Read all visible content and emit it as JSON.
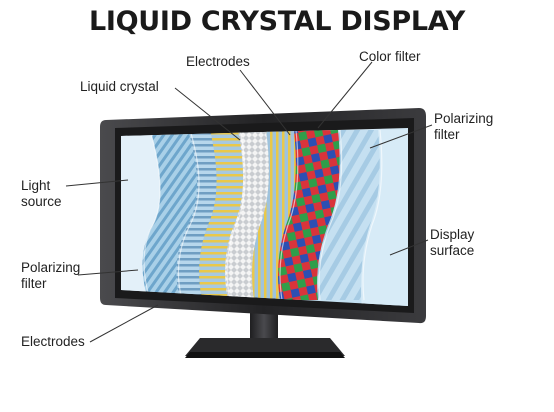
{
  "title": "LIQUID CRYSTAL DISPLAY",
  "labels": {
    "electrodes_top": "Electrodes",
    "color_filter": "Color filter",
    "liquid_crystal": "Liquid crystal",
    "polarizing_filter_right": [
      "Polarizing",
      "filter"
    ],
    "light_source": [
      "Light",
      "source"
    ],
    "display_surface": [
      "Display",
      "surface"
    ],
    "polarizing_filter_left": [
      "Polarizing",
      "filter"
    ],
    "electrodes_bottom": "Electrodes"
  },
  "colors": {
    "bezel": "#2b2b2d",
    "screen_base": "#cfe6f4",
    "lc_yellow": "#e9c84a",
    "cf_red": "#d9343b",
    "cf_green": "#2f9e4a",
    "cf_blue": "#2c4fb3"
  }
}
